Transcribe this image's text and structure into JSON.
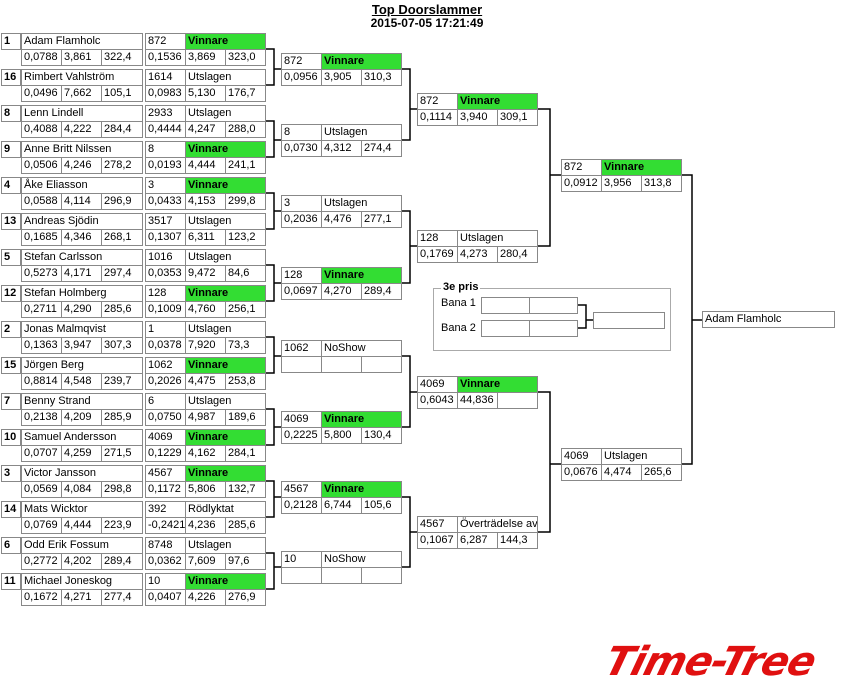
{
  "title": "Top Doorslammer",
  "datetime": "2015-07-05 17:21:49",
  "third_place": {
    "label": "3e pris",
    "lane1": "Bana 1",
    "lane2": "Bana 2"
  },
  "winner": "Adam  Flamholc",
  "logo": "Time-Tree",
  "round1": [
    {
      "seed": "1",
      "name": "Adam  Flamholc",
      "r": "0,0788",
      "et": "3,861",
      "sp": "322,4",
      "opp_no": "872",
      "status": "Vinnare",
      "o_r": "0,1536",
      "o_et": "3,869",
      "o_sp": "323,0",
      "win": true
    },
    {
      "seed": "16",
      "name": "Rimbert Vahlström",
      "r": "0,0496",
      "et": "7,662",
      "sp": "105,1",
      "opp_no": "1614",
      "status": "Utslagen",
      "o_r": "0,0983",
      "o_et": "5,130",
      "o_sp": "176,7",
      "win": false
    },
    {
      "seed": "8",
      "name": "Lenn  Lindell",
      "r": "0,4088",
      "et": "4,222",
      "sp": "284,4",
      "opp_no": "2933",
      "status": "Utslagen",
      "o_r": "0,4444",
      "o_et": "4,247",
      "o_sp": "288,0",
      "win": false
    },
    {
      "seed": "9",
      "name": "Anne Britt Nilssen",
      "r": "0,0506",
      "et": "4,246",
      "sp": "278,2",
      "opp_no": "8",
      "status": "Vinnare",
      "o_r": "0,0193",
      "o_et": "4,444",
      "o_sp": "241,1",
      "win": true
    },
    {
      "seed": "4",
      "name": "Åke  Eliasson",
      "r": "0,0588",
      "et": "4,114",
      "sp": "296,9",
      "opp_no": "3",
      "status": "Vinnare",
      "o_r": "0,0433",
      "o_et": "4,153",
      "o_sp": "299,8",
      "win": true
    },
    {
      "seed": "13",
      "name": "Andreas Sjödin",
      "r": "0,1685",
      "et": "4,346",
      "sp": "268,1",
      "opp_no": "3517",
      "status": "Utslagen",
      "o_r": "0,1307",
      "o_et": "6,311",
      "o_sp": "123,2",
      "win": false
    },
    {
      "seed": "5",
      "name": "Stefan Carlsson",
      "r": "0,5273",
      "et": "4,171",
      "sp": "297,4",
      "opp_no": "1016",
      "status": "Utslagen",
      "o_r": "0,0353",
      "o_et": "9,472",
      "o_sp": "84,6",
      "win": false
    },
    {
      "seed": "12",
      "name": "Stefan Holmberg",
      "r": "0,2711",
      "et": "4,290",
      "sp": "285,6",
      "opp_no": "128",
      "status": "Vinnare",
      "o_r": "0,1009",
      "o_et": "4,760",
      "o_sp": "256,1",
      "win": true
    },
    {
      "seed": "2",
      "name": "Jonas Malmqvist",
      "r": "0,1363",
      "et": "3,947",
      "sp": "307,3",
      "opp_no": "1",
      "status": "Utslagen",
      "o_r": "0,0378",
      "o_et": "7,920",
      "o_sp": "73,3",
      "win": false
    },
    {
      "seed": "15",
      "name": "Jörgen Berg",
      "r": "0,8814",
      "et": "4,548",
      "sp": "239,7",
      "opp_no": "1062",
      "status": "Vinnare",
      "o_r": "0,2026",
      "o_et": "4,475",
      "o_sp": "253,8",
      "win": true
    },
    {
      "seed": "7",
      "name": "Benny Strand",
      "r": "0,2138",
      "et": "4,209",
      "sp": "285,9",
      "opp_no": "6",
      "status": "Utslagen",
      "o_r": "0,0750",
      "o_et": "4,987",
      "o_sp": "189,6",
      "win": false
    },
    {
      "seed": "10",
      "name": "Samuel Andersson",
      "r": "0,0707",
      "et": "4,259",
      "sp": "271,5",
      "opp_no": "4069",
      "status": "Vinnare",
      "o_r": "0,1229",
      "o_et": "4,162",
      "o_sp": "284,1",
      "win": true
    },
    {
      "seed": "3",
      "name": "Victor Jansson",
      "r": "0,0569",
      "et": "4,084",
      "sp": "298,8",
      "opp_no": "4567",
      "status": "Vinnare",
      "o_r": "0,1172",
      "o_et": "5,806",
      "o_sp": "132,7",
      "win": true
    },
    {
      "seed": "14",
      "name": "Mats  Wicktor",
      "r": "0,0769",
      "et": "4,444",
      "sp": "223,9",
      "opp_no": "392",
      "status": "Rödlyktat",
      "o_r": "-0,2421",
      "o_et": "4,236",
      "o_sp": "285,6",
      "win": false
    },
    {
      "seed": "6",
      "name": "Odd Erik Fossum",
      "r": "0,2772",
      "et": "4,202",
      "sp": "289,4",
      "opp_no": "8748",
      "status": "Utslagen",
      "o_r": "0,0362",
      "o_et": "7,609",
      "o_sp": "97,6",
      "win": false
    },
    {
      "seed": "11",
      "name": "Michael Joneskog",
      "r": "0,1672",
      "et": "4,271",
      "sp": "277,4",
      "opp_no": "10",
      "status": "Vinnare",
      "o_r": "0,0407",
      "o_et": "4,226",
      "o_sp": "276,9",
      "win": true
    }
  ],
  "round2": [
    {
      "no": "872",
      "status": "Vinnare",
      "r": "0,0956",
      "et": "3,905",
      "sp": "310,3",
      "win": true
    },
    {
      "no": "8",
      "status": "Utslagen",
      "r": "0,0730",
      "et": "4,312",
      "sp": "274,4",
      "win": false
    },
    {
      "no": "3",
      "status": "Utslagen",
      "r": "0,2036",
      "et": "4,476",
      "sp": "277,1",
      "win": false
    },
    {
      "no": "128",
      "status": "Vinnare",
      "r": "0,0697",
      "et": "4,270",
      "sp": "289,4",
      "win": true
    },
    {
      "no": "1062",
      "status": "NoShow",
      "r": "",
      "et": "",
      "sp": "",
      "win": false
    },
    {
      "no": "4069",
      "status": "Vinnare",
      "r": "0,2225",
      "et": "5,800",
      "sp": "130,4",
      "win": true
    },
    {
      "no": "4567",
      "status": "Vinnare",
      "r": "0,2128",
      "et": "6,744",
      "sp": "105,6",
      "win": true
    },
    {
      "no": "10",
      "status": "NoShow",
      "r": "",
      "et": "",
      "sp": "",
      "win": false
    }
  ],
  "round3": [
    {
      "no": "872",
      "status": "Vinnare",
      "r": "0,1114",
      "et": "3,940",
      "sp": "309,1",
      "win": true
    },
    {
      "no": "128",
      "status": "Utslagen",
      "r": "0,1769",
      "et": "4,273",
      "sp": "280,4",
      "win": false
    },
    {
      "no": "4069",
      "status": "Vinnare",
      "r": "0,6043",
      "et": "44,836",
      "sp": "",
      "win": true
    },
    {
      "no": "4567",
      "status": "Överträdelse av",
      "r": "0,1067",
      "et": "6,287",
      "sp": "144,3",
      "win": false
    }
  ],
  "round4": [
    {
      "no": "872",
      "status": "Vinnare",
      "r": "0,0912",
      "et": "3,956",
      "sp": "313,8",
      "win": true
    },
    {
      "no": "4069",
      "status": "Utslagen",
      "r": "0,0676",
      "et": "4,474",
      "sp": "265,6",
      "win": false
    }
  ]
}
